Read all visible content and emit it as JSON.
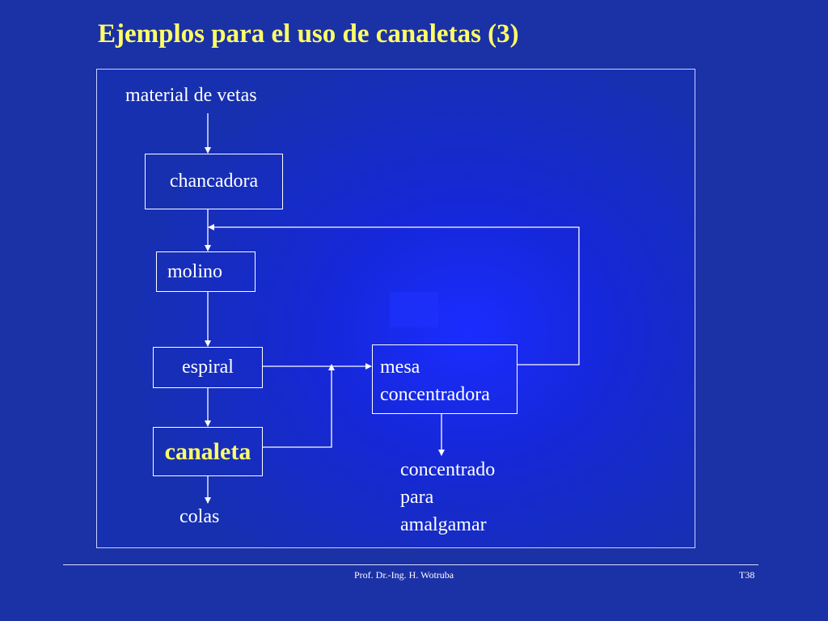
{
  "title": "Ejemplos para el uso de canaletas (3)",
  "diagram": {
    "input_label": "material de vetas",
    "nodes": {
      "chancadora": "chancadora",
      "molino": "molino",
      "espiral": "espiral",
      "canaleta": "canaleta",
      "mesa": [
        "mesa",
        "concentradora"
      ]
    },
    "outputs": {
      "colas": "colas",
      "concentrado": [
        "concentrado",
        "para",
        "amalgamar"
      ]
    },
    "edges": [
      {
        "from": "material de vetas",
        "to": "chancadora"
      },
      {
        "from": "chancadora",
        "to": "molino"
      },
      {
        "from": "molino",
        "to": "espiral"
      },
      {
        "from": "espiral",
        "to": "canaleta"
      },
      {
        "from": "espiral",
        "to": "mesa concentradora"
      },
      {
        "from": "canaleta",
        "to": "mesa concentradora"
      },
      {
        "from": "mesa concentradora",
        "to": "molino"
      },
      {
        "from": "canaleta",
        "to": "colas"
      },
      {
        "from": "mesa concentradora",
        "to": "concentrado para amalgamar"
      }
    ]
  },
  "footer": {
    "author": "Prof. Dr.-Ing. H. Wotruba",
    "slide_number": "T38"
  },
  "colors": {
    "background": "#1b31a6",
    "panel": "#1628d6",
    "title": "#ffff66",
    "text": "#ffffff",
    "highlight": "#ffff66"
  }
}
